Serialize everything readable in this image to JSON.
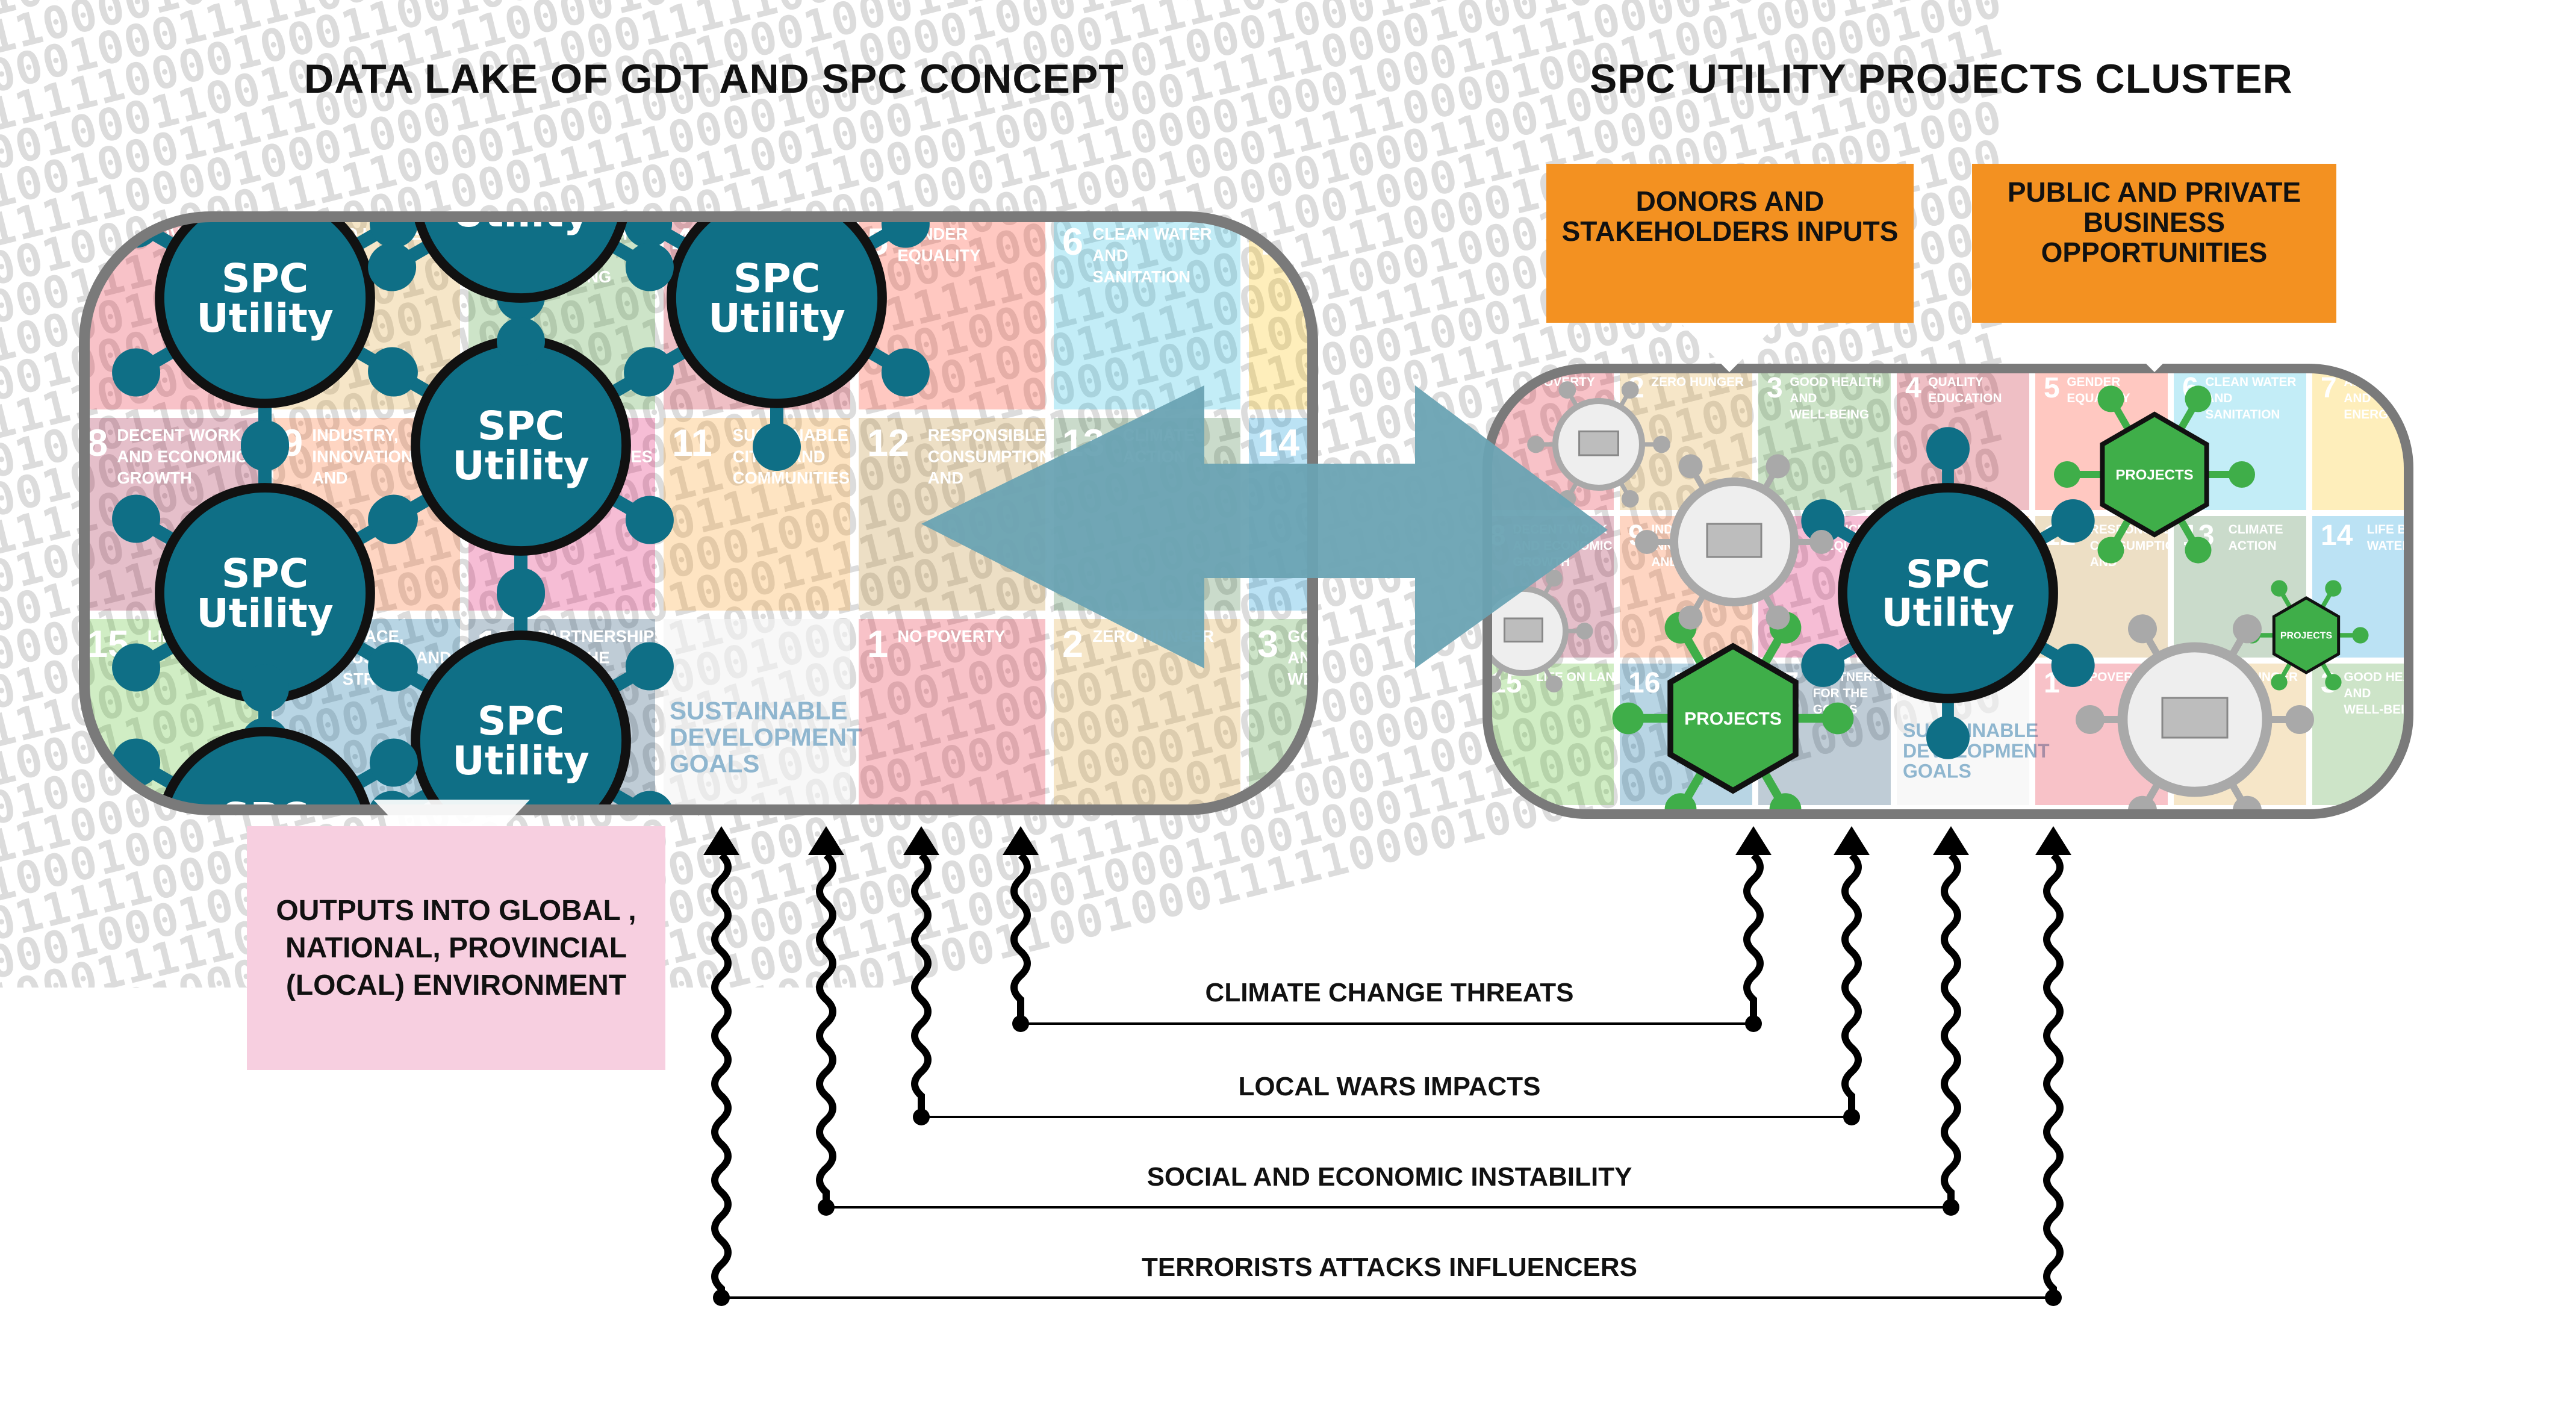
{
  "titles": {
    "left": "DATA LAKE OF GDT AND SPC CONCEPT",
    "right": "SPC UTILITY PROJECTS CLUSTER"
  },
  "background_text": "1001000111110000100010001111100001000100011111000010001",
  "utility_label_line1": "SPC",
  "utility_label_line2": "Utility",
  "projects_label": "PROJECTS",
  "boxes": {
    "donors": "DONORS AND STAKEHOLDERS INPUTS",
    "public_private": "PUBLIC AND PRIVATE BUSINESS OPPORTUNITIES",
    "outputs": "OUTPUTS INTO GLOBAL , NATIONAL, PROVINCIAL (LOCAL) ENVIRONMENT"
  },
  "threats": [
    "CLIMATE CHANGE THREATS",
    "LOCAL WARS IMPACTS",
    "SOCIAL AND ECONOMIC INSTABILITY",
    "TERRORISTS ATTACKS INFLUENCERS"
  ],
  "sdg_tiles": [
    {
      "num": "1",
      "label": "NO POVERTY"
    },
    {
      "num": "2",
      "label": "ZERO HUNGER"
    },
    {
      "num": "3",
      "label": "GOOD HEALTH AND WELL-BEING"
    },
    {
      "num": "4",
      "label": "QUALITY EDUCATION"
    },
    {
      "num": "5",
      "label": "GENDER EQUALITY"
    },
    {
      "num": "6",
      "label": "CLEAN WATER AND SANITATION"
    },
    {
      "num": "7",
      "label": "AFFORDABLE AND CLEAN ENERGY"
    },
    {
      "num": "8",
      "label": "DECENT WORK AND ECONOMIC GROWTH"
    },
    {
      "num": "9",
      "label": "INDUSTRY, INNOVATION AND INFRASTRUCTURE"
    },
    {
      "num": "10",
      "label": "REDUCED INEQUALITIES"
    },
    {
      "num": "11",
      "label": "SUSTAINABLE CITIES AND COMMUNITIES"
    },
    {
      "num": "12",
      "label": "RESPONSIBLE CONSUMPTION AND PRODUCTION"
    },
    {
      "num": "13",
      "label": "CLIMATE ACTION"
    },
    {
      "num": "14",
      "label": "LIFE BELOW WATER"
    },
    {
      "num": "15",
      "label": "LIFE ON LAND"
    },
    {
      "num": "16",
      "label": "PEACE, JUSTICE AND STRONG INSTITUTIONS"
    },
    {
      "num": "17",
      "label": "PARTNERSHIPS FOR THE GOALS"
    }
  ],
  "sdg_logo": [
    "SUSTAINABLE",
    "DEVELOPMENT",
    "GOALS"
  ],
  "colors": {
    "utility_teal": "#0f6f86",
    "projects_green": "#3fae49",
    "orange_box": "#f39121",
    "pink_box": "#f7cfe0",
    "double_arrow": "#6aa3b3",
    "frame_grey": "#7a7a7a",
    "inactive_grey": "#a9a9a9",
    "sdg_palette": [
      "#e5243b",
      "#dda63a",
      "#4c9f38",
      "#c5192d",
      "#ff3a21",
      "#26bde2",
      "#fcc30b",
      "#a21942",
      "#fd6925",
      "#dd1367",
      "#fd9d24",
      "#bf8b2e",
      "#3f7e44",
      "#0a97d9",
      "#56c02b",
      "#00689d",
      "#19486a"
    ]
  }
}
